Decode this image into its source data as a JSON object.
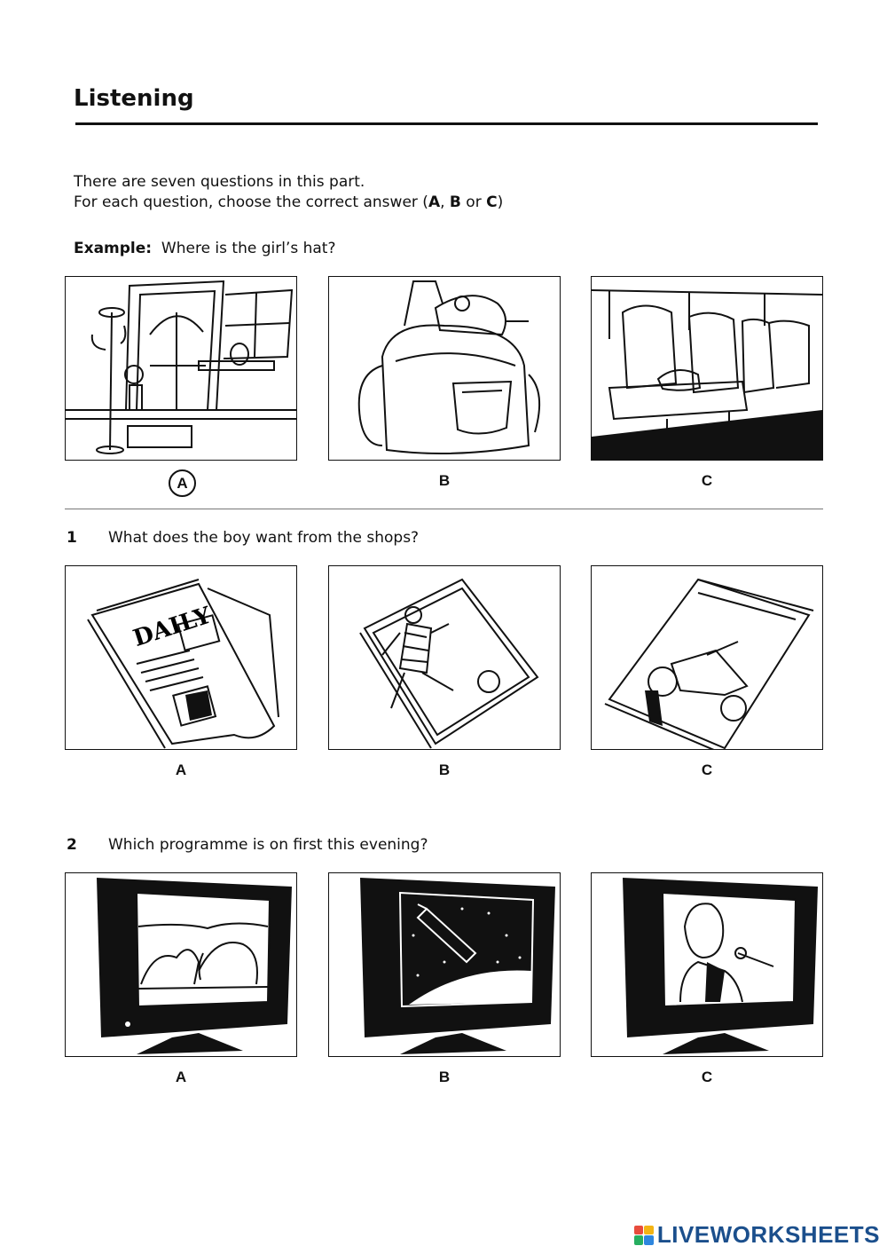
{
  "page": {
    "title": "Listening",
    "intro_line1": "There are seven questions in this part.",
    "intro_line2_a": "For each question, choose the correct answer (",
    "intro_opt_a": "A",
    "intro_sep1": ", ",
    "intro_opt_b": "B",
    "intro_sep2": " or ",
    "intro_opt_c": "C",
    "intro_end": ")"
  },
  "example": {
    "label": "Example:",
    "question": "Where is the girl’s hat?",
    "options": [
      "A",
      "B",
      "C"
    ],
    "selected": "A"
  },
  "questions": [
    {
      "number": "1",
      "text": "What does the boy want from the shops?",
      "options": [
        "A",
        "B",
        "C"
      ],
      "newspaper_word": "DAILY"
    },
    {
      "number": "2",
      "text": "Which programme is on first this evening?",
      "options": [
        "A",
        "B",
        "C"
      ]
    }
  ],
  "branding": {
    "text": "LIVEWORKSHEETS",
    "logo_colors": [
      "#e84c3d",
      "#f3b414",
      "#27ae60",
      "#2e86de"
    ]
  }
}
